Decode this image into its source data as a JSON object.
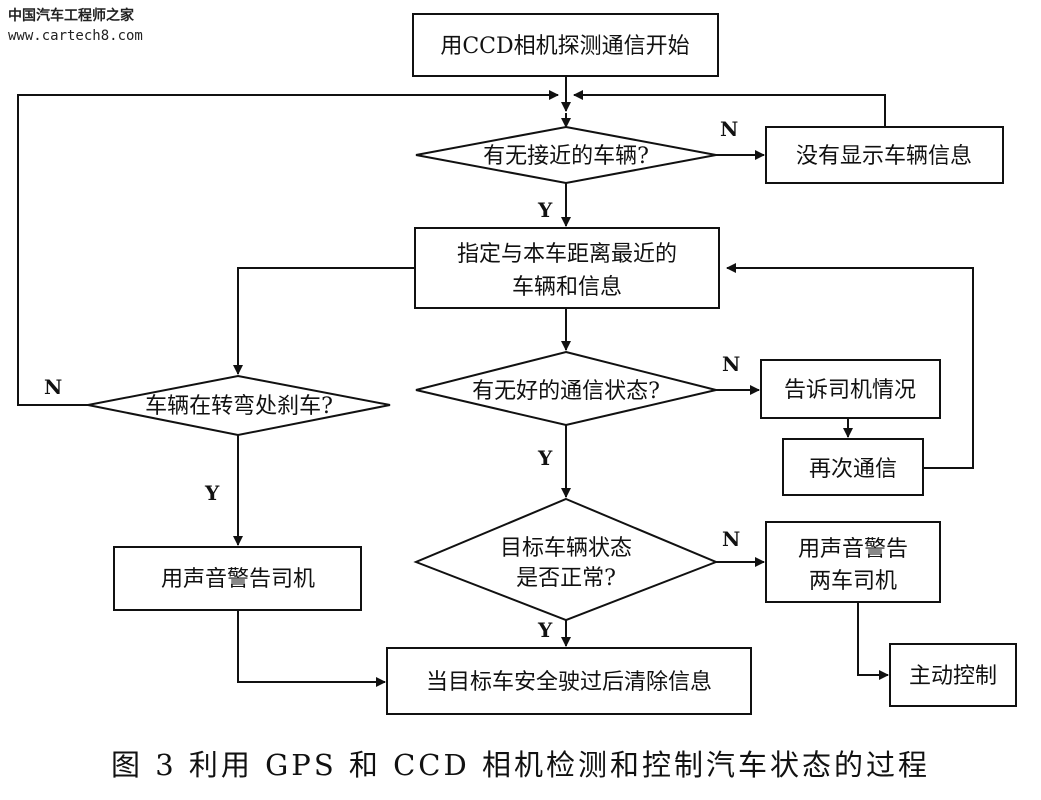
{
  "watermark": {
    "line1": "中国汽车工程师之家",
    "line2": "www.cartech8.com"
  },
  "nodes": {
    "start": "用CCD相机探测通信开始",
    "q_near_vehicle": "有无接近的车辆?",
    "no_info": "没有显示车辆信息",
    "select_vehicle_1": "指定与本车距离最近的",
    "select_vehicle_2": "车辆和信息",
    "q_braking": "车辆在转弯处刹车?",
    "warn_driver": "用声音警告司机",
    "q_comm": "有无好的通信状态?",
    "tell_driver": "告诉司机情况",
    "retry_comm": "再次通信",
    "q_status_1": "目标车辆状态",
    "q_status_2": "是否正常?",
    "warn_both_1": "用声音警告",
    "warn_both_2": "两车司机",
    "clear_info": "当目标车安全驶过后清除信息",
    "active_control": "主动控制"
  },
  "labels": {
    "yes": "Y",
    "no": "N"
  },
  "caption": "图 3   利用 GPS 和 CCD 相机检测和控制汽车状态的过程"
}
